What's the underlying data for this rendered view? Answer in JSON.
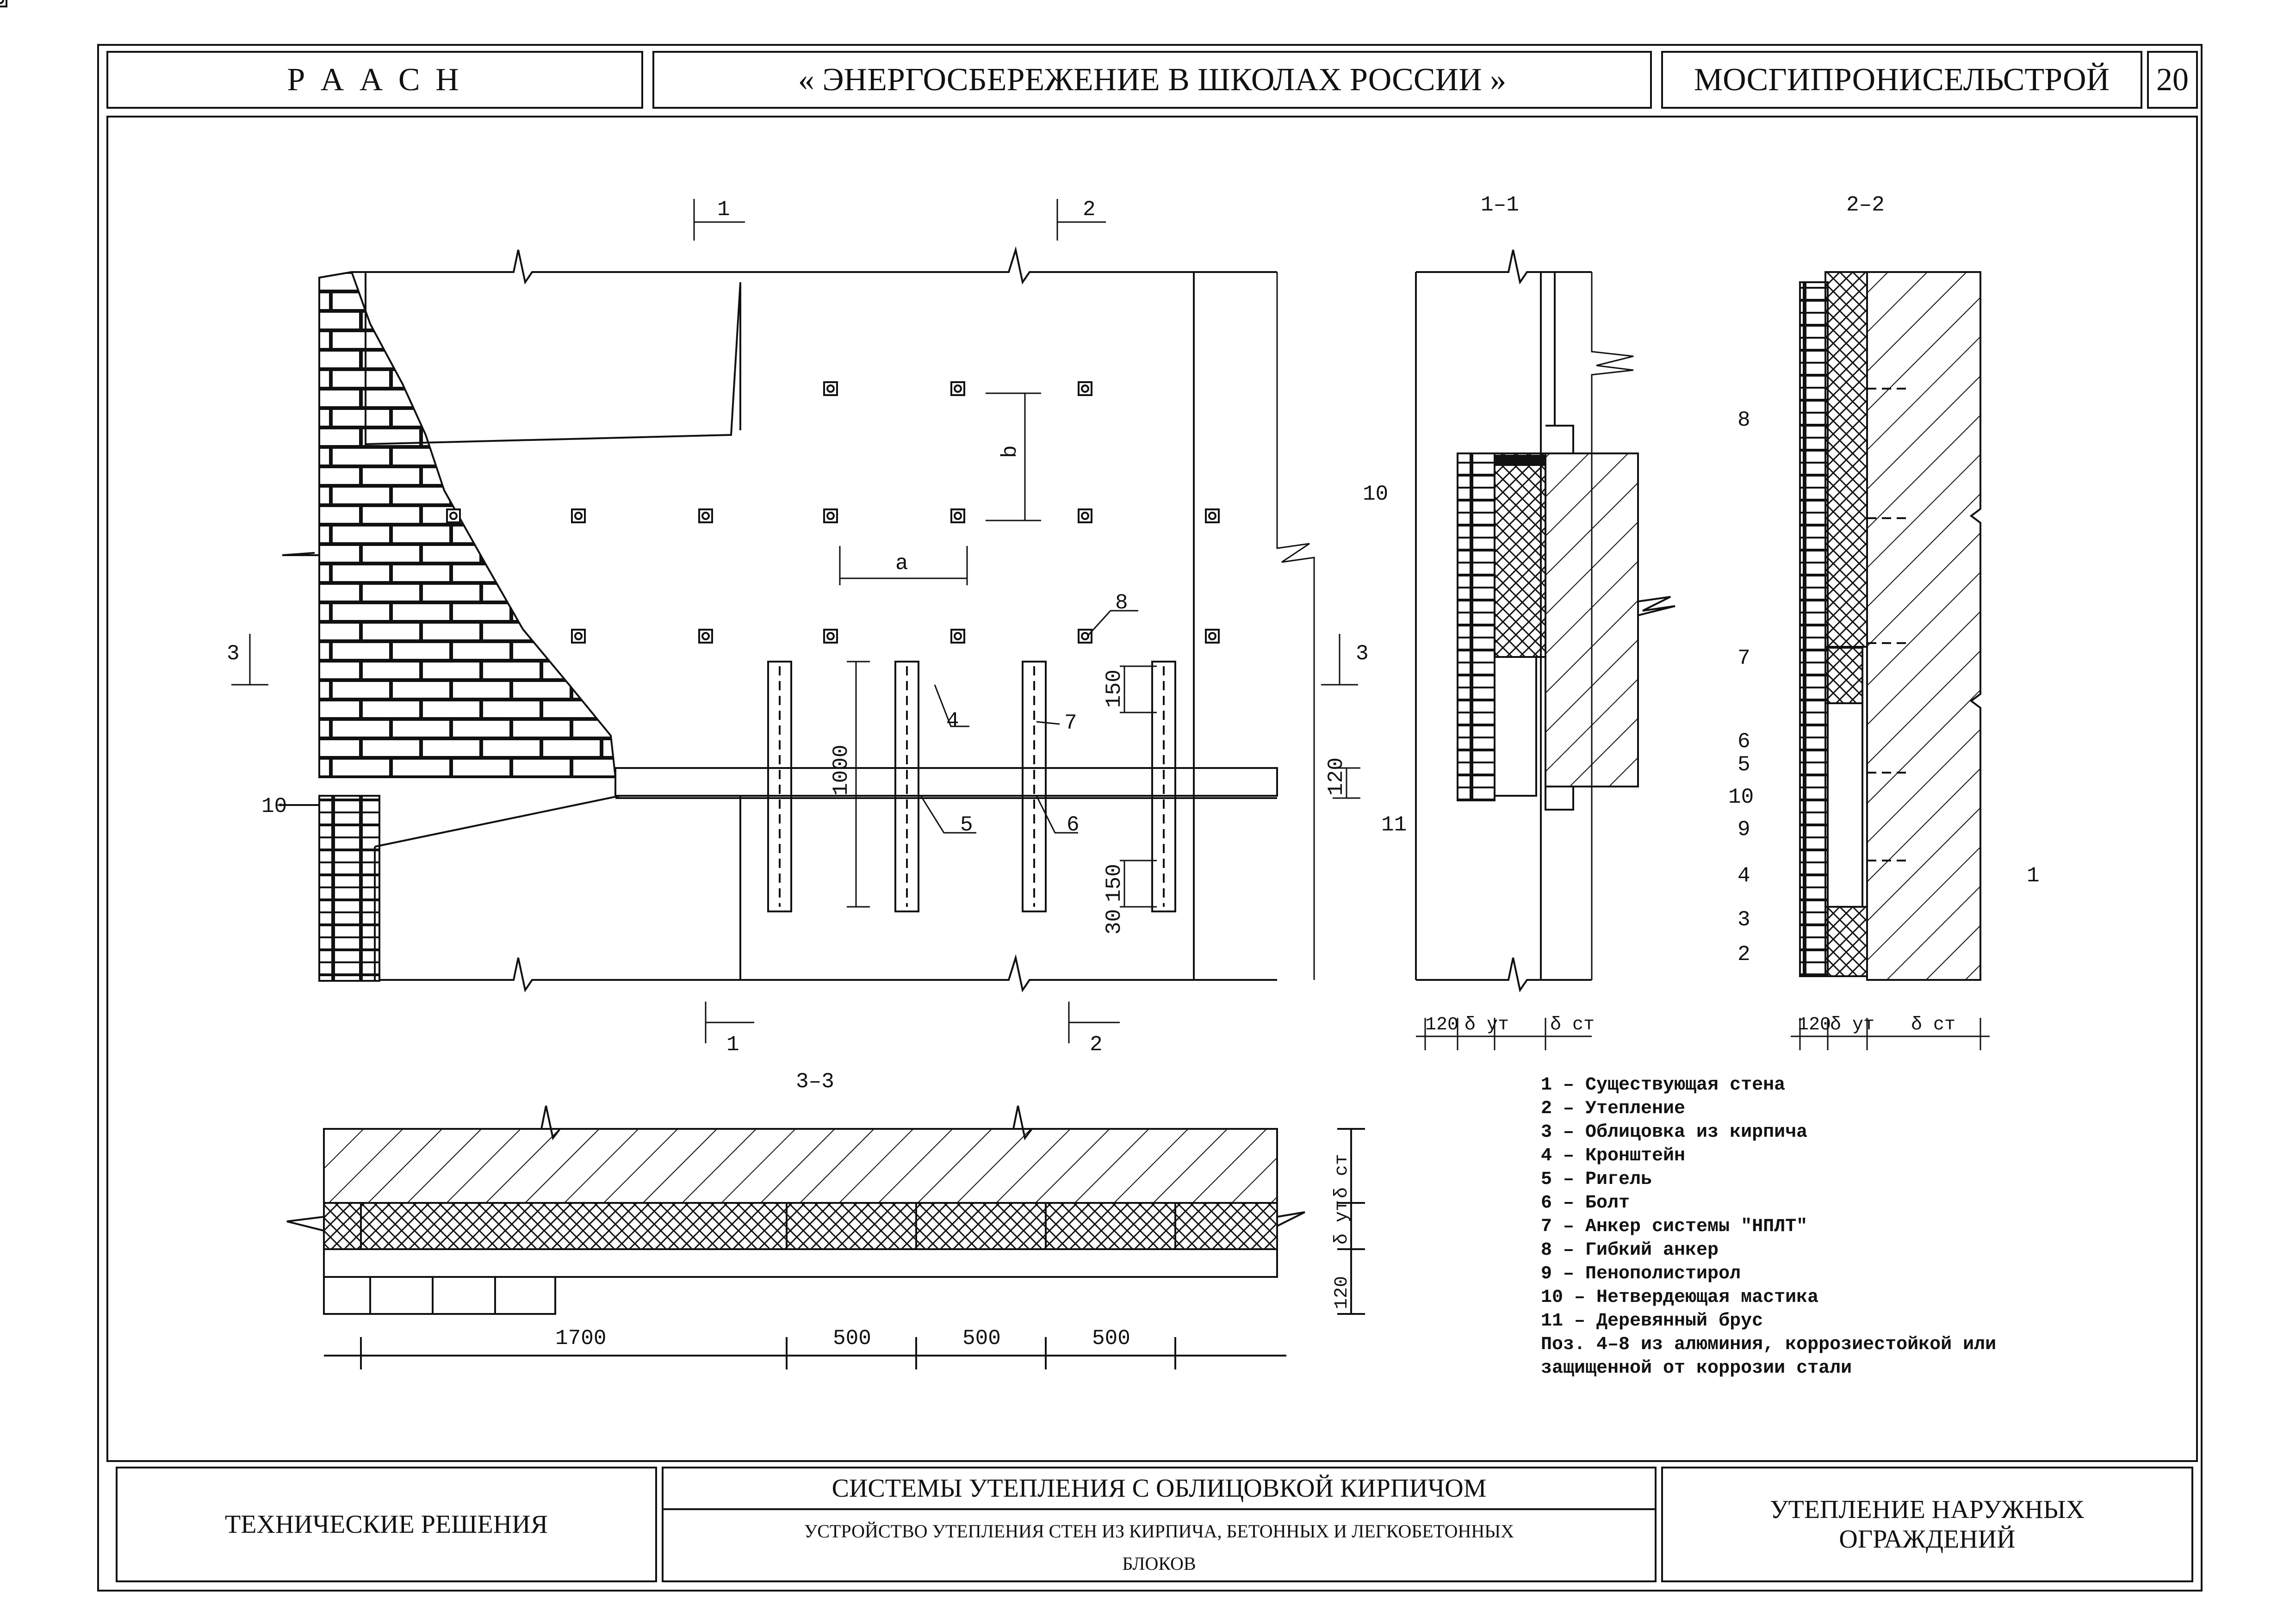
{
  "header": {
    "org": "Р А А С Н",
    "project": "« ЭНЕРГОСБЕРЕЖЕНИЕ В ШКОЛАХ РОССИИ »",
    "institute": "МОСГИПРОНИСЕЛЬСТРОЙ",
    "sheet": "20"
  },
  "views": {
    "sec11": "1–1",
    "sec22": "2–2",
    "sec33": "3–3",
    "cut1": "1",
    "cut2": "2",
    "cut3": "3"
  },
  "callouts": [
    "1",
    "2",
    "3",
    "4",
    "5",
    "6",
    "7",
    "8",
    "9",
    "10",
    "11"
  ],
  "dims": {
    "a": "a",
    "b": "b",
    "d1000": "1000",
    "d150": "150",
    "d30": "30",
    "d120": "120",
    "dyt": "δ ут",
    "dst": "δ ст",
    "d1700": "1700",
    "d500": "500"
  },
  "legend": {
    "items": [
      "1 – Существующая стена",
      "2 – Утепление",
      "3 – Облицовка из кирпича",
      "4 – Кронштейн",
      "5 – Ригель",
      "6 – Болт",
      "7 – Анкер системы \"НПЛТ\"",
      "8 – Гибкий анкер",
      "9 – Пенополистирол",
      "10 – Нетвердеющая мастика",
      "11 – Деревянный брус"
    ],
    "note_line1": "Поз. 4–8 из алюминия, коррозиестойкой или",
    "note_line2": "защищенной от коррозии стали"
  },
  "footer": {
    "left": "ТЕХНИЧЕСКИЕ РЕШЕНИЯ",
    "mid_title": "СИСТЕМЫ УТЕПЛЕНИЯ С ОБЛИЦОВКОЙ КИРПИЧОМ",
    "mid_sub1": "УСТРОЙСТВО УТЕПЛЕНИЯ СТЕН ИЗ КИРПИЧА, БЕТОННЫХ И ЛЕГКОБЕТОННЫХ",
    "mid_sub2": "БЛОКОВ",
    "right_line1": "УТЕПЛЕНИЕ НАРУЖНЫХ",
    "right_line2": "ОГРАЖДЕНИЙ"
  },
  "colors": {
    "ink": "#111111",
    "paper": "#ffffff"
  }
}
